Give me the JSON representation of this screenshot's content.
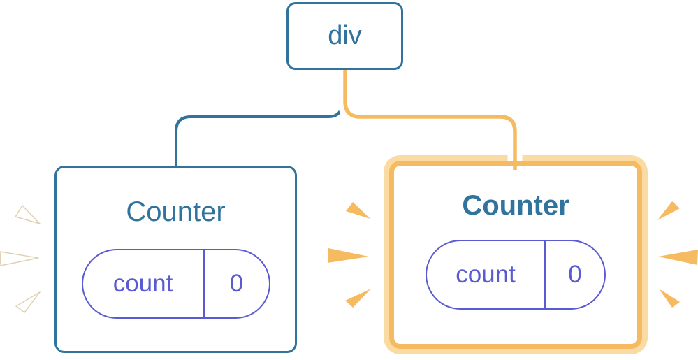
{
  "title": "Component tree with state diagram",
  "colors": {
    "blue": "#30739D",
    "purple": "#5A5AD2",
    "orange": "#F6BA60",
    "orange_light": "#FBDBA4",
    "spark_white": "#FFFFFF",
    "card_bg": "#FFFFFF"
  },
  "tree": {
    "root": {
      "label": "div"
    },
    "children": [
      {
        "label": "Counter",
        "highlighted": false,
        "state": {
          "key": "count",
          "value": "0"
        }
      },
      {
        "label": "Counter",
        "highlighted": true,
        "state": {
          "key": "count",
          "value": "0"
        }
      }
    ]
  }
}
